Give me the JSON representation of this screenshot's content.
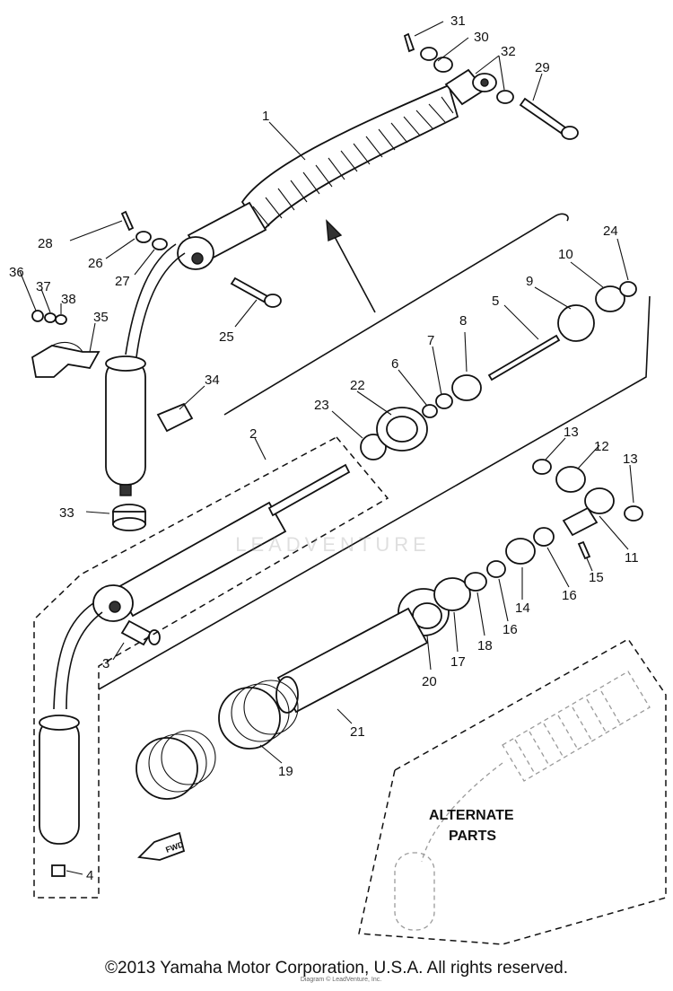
{
  "diagram": {
    "copyright": "©2013 Yamaha Motor Corporation, U.S.A. All rights reserved.",
    "watermark": "LEADVENTURE",
    "subcredit": "Diagram © LeadVenture, Inc.",
    "alternate_label_line1": "ALTERNATE",
    "alternate_label_line2": "PARTS",
    "front_marker": "FWD",
    "callouts": {
      "c1": "1",
      "c2": "2",
      "c3": "3",
      "c4": "4",
      "c5": "5",
      "c6": "6",
      "c7": "7",
      "c8": "8",
      "c9": "9",
      "c10": "10",
      "c11": "11",
      "c12": "12",
      "c13a": "13",
      "c13b": "13",
      "c14": "14",
      "c15": "15",
      "c16a": "16",
      "c16b": "16",
      "c17": "17",
      "c18": "18",
      "c19": "19",
      "c20": "20",
      "c21": "21",
      "c22": "22",
      "c23": "23",
      "c24": "24",
      "c25": "25",
      "c26": "26",
      "c27": "27",
      "c28": "28",
      "c29": "29",
      "c30": "30",
      "c31": "31",
      "c32": "32",
      "c33": "33",
      "c34": "34",
      "c35": "35",
      "c36": "36",
      "c37": "37",
      "c38": "38"
    }
  }
}
